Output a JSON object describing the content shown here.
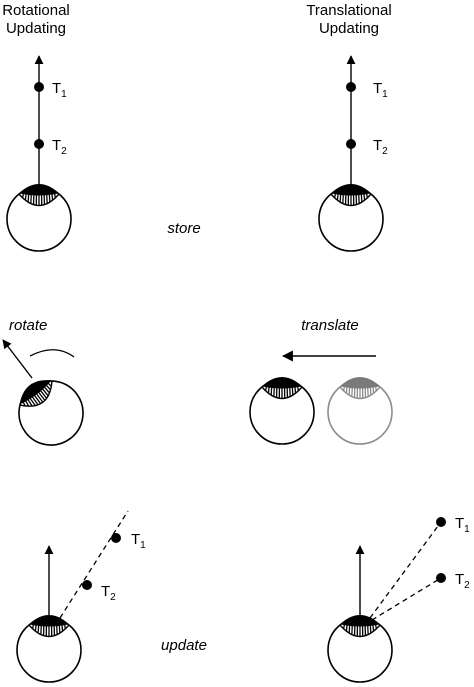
{
  "columns": {
    "left": {
      "title_line1": "Rotational",
      "title_line2": "Updating"
    },
    "right": {
      "title_line1": "Translational",
      "title_line2": "Updating"
    }
  },
  "targets": {
    "t1": {
      "letter": "T",
      "sub": "1"
    },
    "t2": {
      "letter": "T",
      "sub": "2"
    }
  },
  "steps": {
    "store": "store",
    "rotate": "rotate",
    "translate": "translate",
    "update": "update"
  },
  "colors": {
    "ink": "#000000",
    "ghost_eye": "#8c8c8c",
    "ghost_cap": "#7a7a7a"
  }
}
